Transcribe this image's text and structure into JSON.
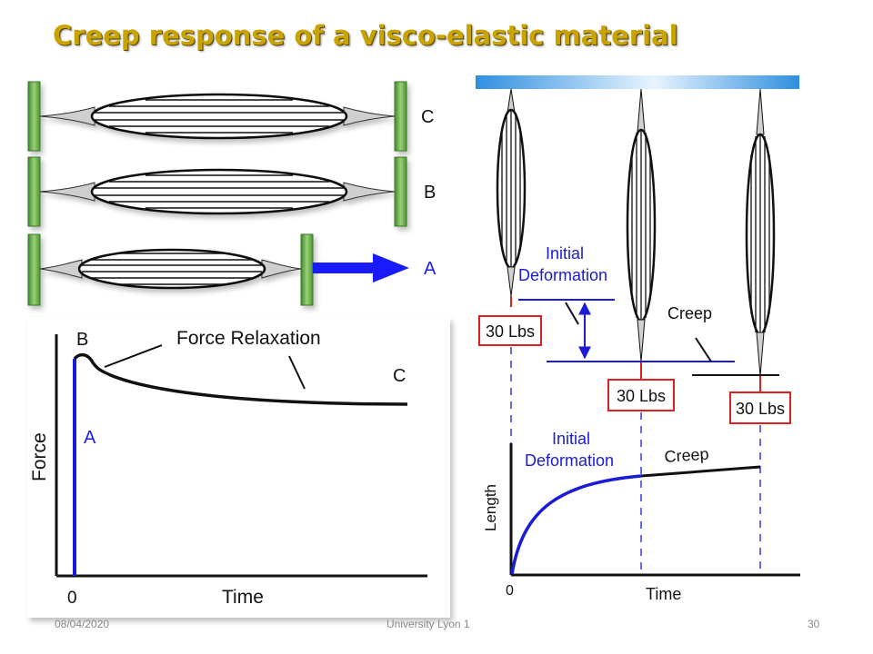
{
  "slide": {
    "title": "Creep response of a visco-elastic material",
    "footer_date": "08/04/2020",
    "footer_center": "University Lyon 1",
    "footer_page": "30"
  },
  "left_diagram": {
    "muscle_labels": [
      "C",
      "B",
      "A"
    ],
    "pull_arrow_color": "#1a1aff"
  },
  "force_graph": {
    "y_label": "Force",
    "x_label": "Time",
    "origin_label": "0",
    "point_b": "B",
    "point_a": "A",
    "point_c": "C",
    "annotation": "Force Relaxation"
  },
  "right_diagram": {
    "bar_color": "#3a9fe8",
    "initial_deformation": "Initial\nDeformation",
    "creep": "Creep",
    "weights": [
      "30 Lbs",
      "30 Lbs",
      "30 Lbs"
    ]
  },
  "length_graph": {
    "y_label": "Length",
    "x_label": "Time",
    "origin_label": "0",
    "initial_deformation": "Initial\nDeformation",
    "creep": "Creep"
  },
  "colors": {
    "blue": "#1a1ad9",
    "title": "#c9a400",
    "weight_border": "#e02020",
    "green": "#6ab04c"
  }
}
